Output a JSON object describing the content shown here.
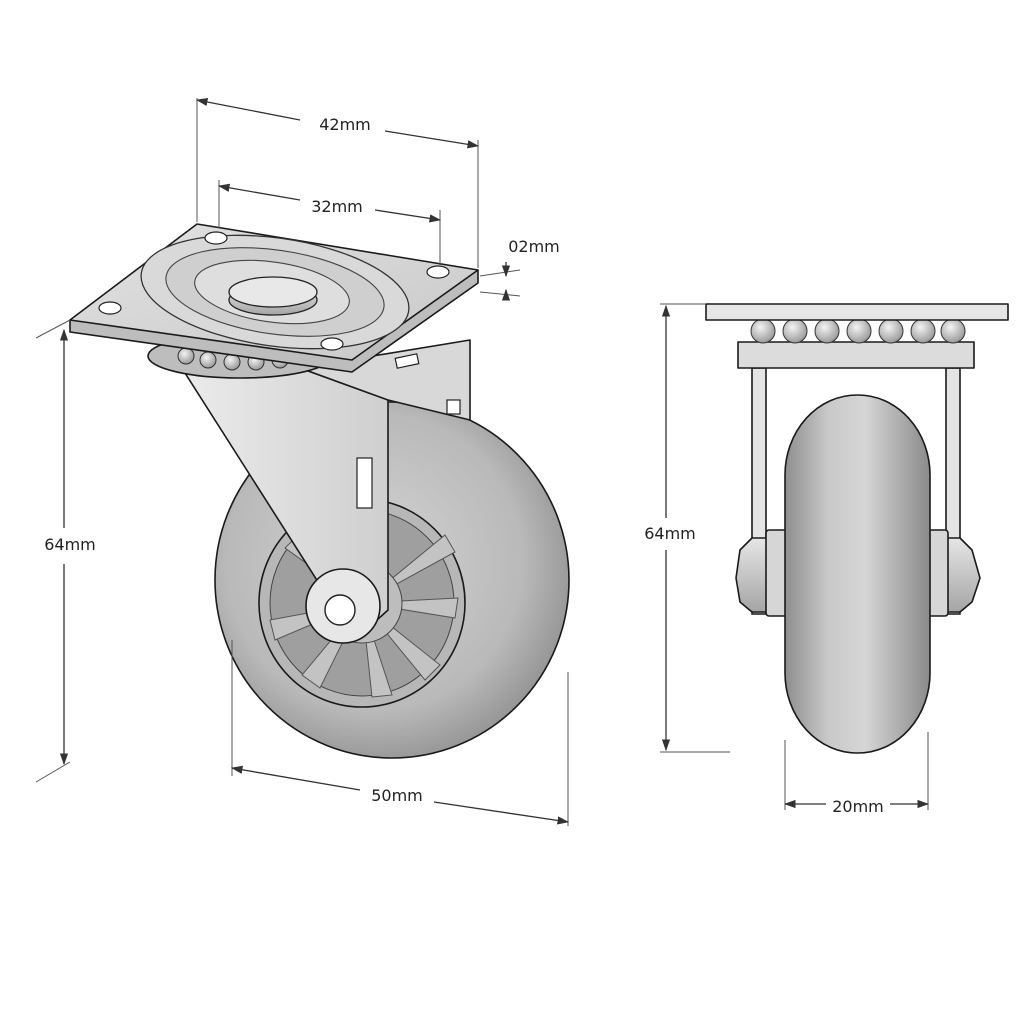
{
  "drawing": {
    "dimensions": {
      "plate_width": "42mm",
      "hole_spacing": "32mm",
      "plate_thickness": "02mm",
      "height_iso": "64mm",
      "wheel_diameter": "50mm",
      "height_side": "64mm",
      "wheel_width": "20mm"
    }
  }
}
